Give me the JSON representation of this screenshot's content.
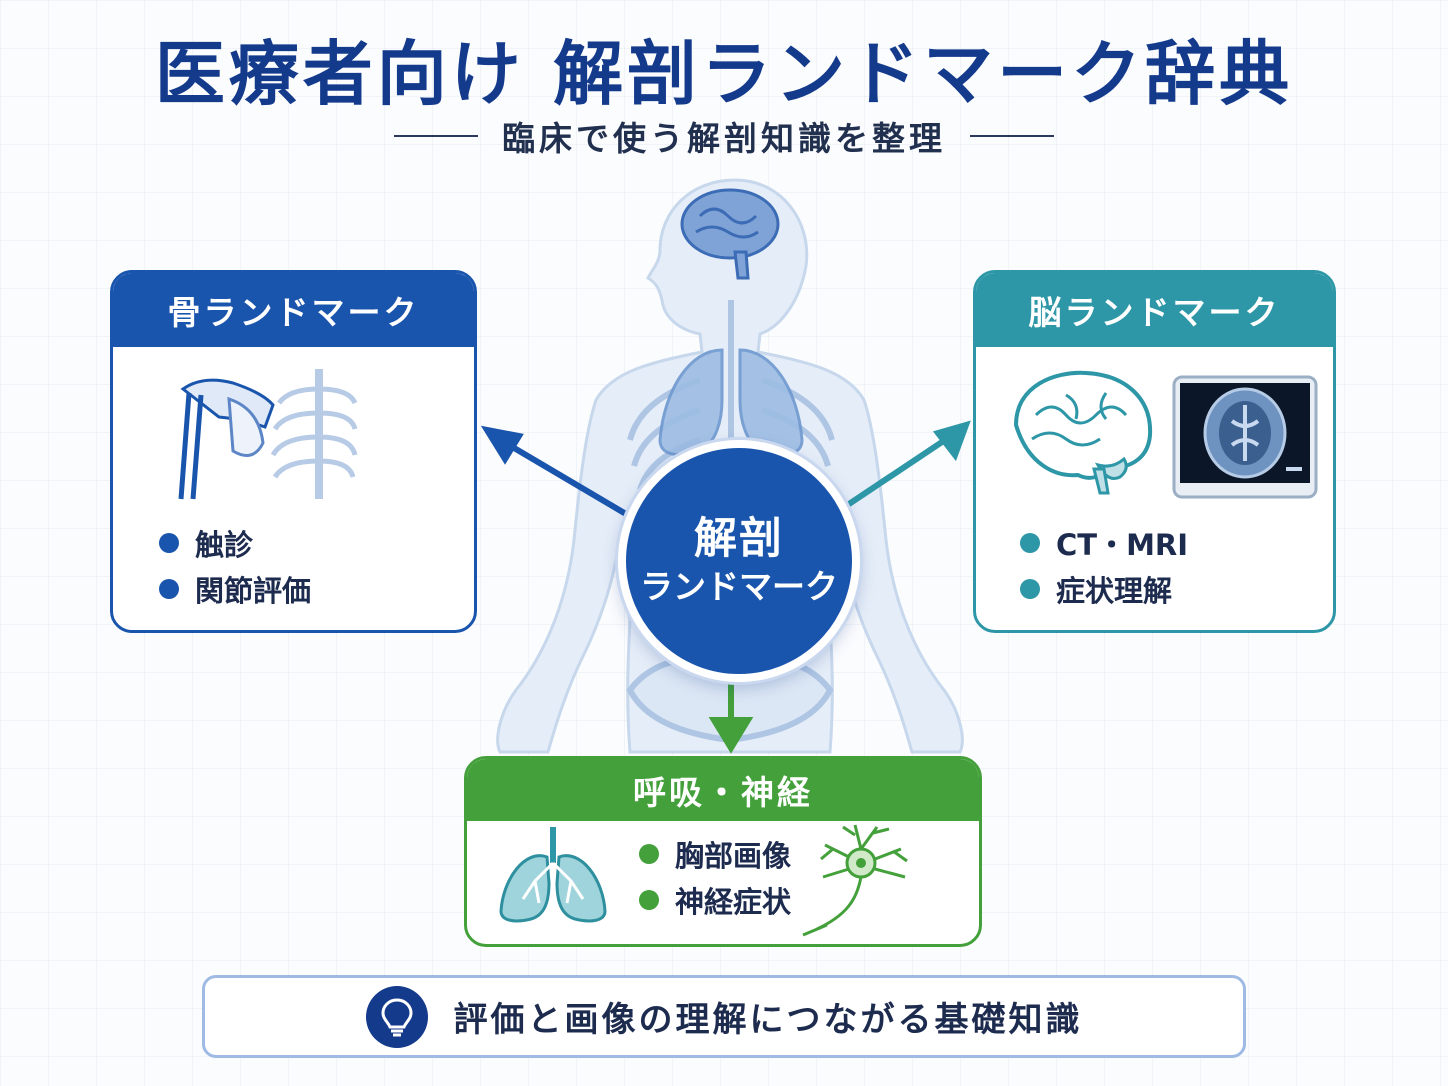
{
  "title": "医療者向け 解剖ランドマーク辞典",
  "subtitle": "臨床で使う解剖知識を整理",
  "hub": {
    "line1": "解剖",
    "line2": "ランドマーク"
  },
  "cards": {
    "bone": {
      "title": "骨ランドマーク",
      "items": [
        "触診",
        "関節評価"
      ],
      "color": "#1a55ad"
    },
    "brain": {
      "title": "脳ランドマーク",
      "items": [
        "CT・MRI",
        "症状理解"
      ],
      "color": "#2e97a7"
    },
    "resp": {
      "title": "呼吸・神経",
      "items": [
        "胸部画像",
        "神経症状"
      ],
      "color": "#43a03a"
    }
  },
  "banner": {
    "text": "評価と画像の理解につながる基礎知識",
    "icon": "lightbulb-icon"
  },
  "colors": {
    "title": "#143a8c",
    "accent_blue": "#1a55ad",
    "accent_teal": "#2e97a7",
    "accent_green": "#43a03a"
  }
}
